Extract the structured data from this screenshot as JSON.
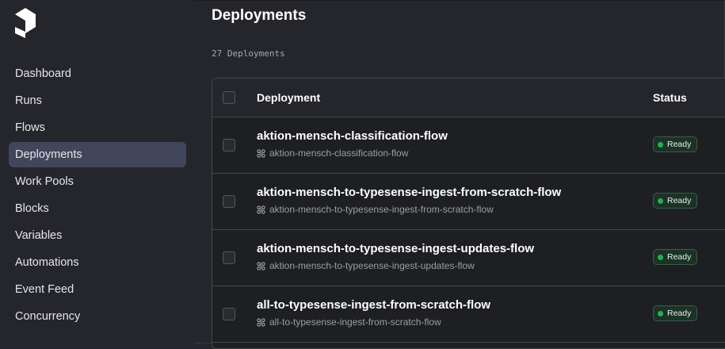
{
  "sidebar": {
    "logo": "prefect-logo",
    "items": [
      {
        "label": "Dashboard",
        "active": false
      },
      {
        "label": "Runs",
        "active": false
      },
      {
        "label": "Flows",
        "active": false
      },
      {
        "label": "Deployments",
        "active": true
      },
      {
        "label": "Work Pools",
        "active": false
      },
      {
        "label": "Blocks",
        "active": false
      },
      {
        "label": "Variables",
        "active": false
      },
      {
        "label": "Automations",
        "active": false
      },
      {
        "label": "Event Feed",
        "active": false
      },
      {
        "label": "Concurrency",
        "active": false
      }
    ]
  },
  "main": {
    "title": "Deployments",
    "count_label": "27 Deployments",
    "table": {
      "columns": [
        "Deployment",
        "Status"
      ],
      "rows": [
        {
          "name": "aktion-mensch-classification-flow",
          "flow": "aktion-mensch-classification-flow",
          "status": "Ready"
        },
        {
          "name": "aktion-mensch-to-typesense-ingest-from-scratch-flow",
          "flow": "aktion-mensch-to-typesense-ingest-from-scratch-flow",
          "status": "Ready"
        },
        {
          "name": "aktion-mensch-to-typesense-ingest-updates-flow",
          "flow": "aktion-mensch-to-typesense-ingest-updates-flow",
          "status": "Ready"
        },
        {
          "name": "all-to-typesense-ingest-from-scratch-flow",
          "flow": "all-to-typesense-ingest-from-scratch-flow",
          "status": "Ready"
        }
      ]
    }
  },
  "colors": {
    "background": "#25262b",
    "active_nav": "#42465a",
    "ready_dot": "#22b24c",
    "ready_badge_bg": "#1b3326"
  }
}
